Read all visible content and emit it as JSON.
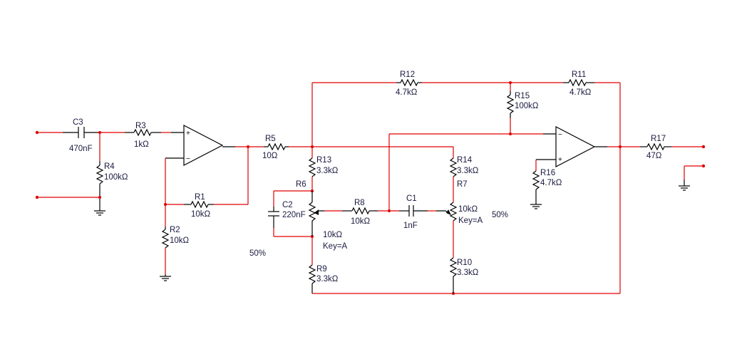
{
  "schematic": {
    "wire_color": "#e00000",
    "components": {
      "C3": {
        "ref": "C3",
        "value": "470nF"
      },
      "R3": {
        "ref": "R3",
        "value": "1kΩ"
      },
      "R4": {
        "ref": "R4",
        "value": "100kΩ"
      },
      "R1": {
        "ref": "R1",
        "value": "10kΩ"
      },
      "R2": {
        "ref": "R2",
        "value": "10kΩ"
      },
      "R5": {
        "ref": "R5",
        "value": "10Ω"
      },
      "R12": {
        "ref": "R12",
        "value": "4.7kΩ"
      },
      "R11": {
        "ref": "R11",
        "value": "4.7kΩ"
      },
      "R15": {
        "ref": "R15",
        "value": "100kΩ"
      },
      "R13": {
        "ref": "R13",
        "value": "3.3kΩ"
      },
      "R14": {
        "ref": "R14",
        "value": "3.3kΩ"
      },
      "R6": {
        "ref": "R6",
        "value": "10kΩ",
        "key": "Key=A",
        "setting": "50%"
      },
      "R7": {
        "ref": "R7",
        "value": "10kΩ",
        "key": "Key=A",
        "setting": "50%"
      },
      "C2": {
        "ref": "C2",
        "value": "220nF"
      },
      "R8": {
        "ref": "R8",
        "value": "10kΩ"
      },
      "C1": {
        "ref": "C1",
        "value": "1nF"
      },
      "R9": {
        "ref": "R9",
        "value": "3.3kΩ"
      },
      "R10": {
        "ref": "R10",
        "value": "3.3kΩ"
      },
      "R16": {
        "ref": "R16",
        "value": "4.7kΩ"
      },
      "R17": {
        "ref": "R17",
        "value": "47Ω"
      }
    },
    "opamp_pins": {
      "plus": "+",
      "minus": "−"
    }
  }
}
